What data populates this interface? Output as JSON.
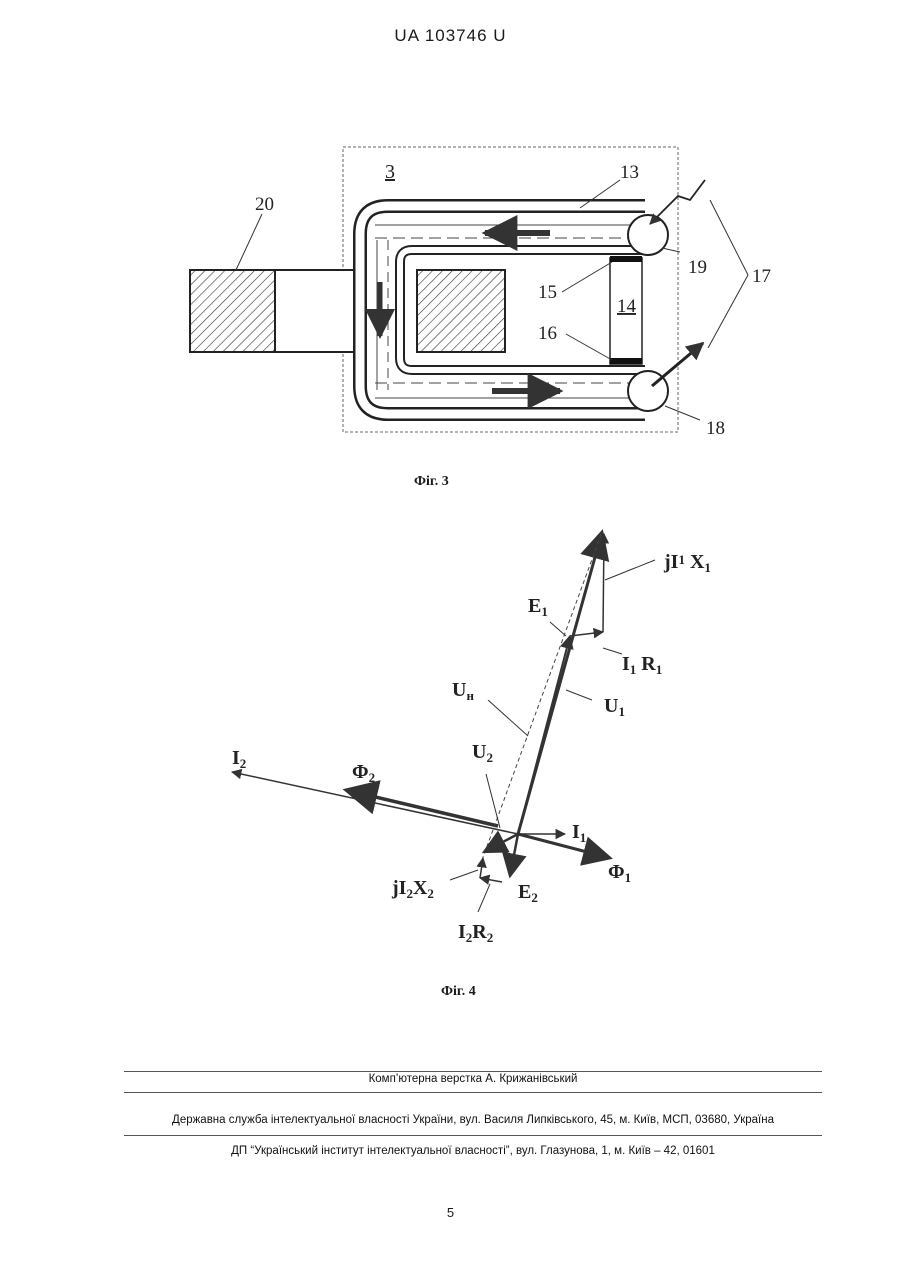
{
  "header": {
    "patent_number": "UA   103746   U"
  },
  "figure3": {
    "caption": "Фіг. 3",
    "labels": {
      "l3": "3",
      "l13": "13",
      "l14": "14",
      "l15": "15",
      "l16": "16",
      "l17": "17",
      "l18": "18",
      "l19": "19",
      "l20": "20"
    }
  },
  "figure4": {
    "caption": "Фіг. 4",
    "labels": {
      "I1": "I",
      "I1_sub": "1",
      "I2": "I",
      "I2_sub": "2",
      "Phi1": "Φ",
      "Phi1_sub": "1",
      "Phi2": "Φ",
      "Phi2_sub": "2",
      "U1": "U",
      "U1_sub": "1",
      "U2": "U",
      "U2_sub": "2",
      "Uh": "U",
      "Uh_sub": "н",
      "E1": "E",
      "E1_sub": "1",
      "E2": "E",
      "E2_sub": "2",
      "jI1X1": "jI",
      "jI1X1_a": "1",
      "jI1X1_b": " X",
      "jI1X1_c": "1",
      "I1R1": "I",
      "I1R1_a": "1",
      "I1R1_b": " R",
      "I1R1_c": "1",
      "jI2X2": "jI",
      "jI2X2_a": "2",
      "jI2X2_b": "X",
      "jI2X2_c": "2",
      "I2R2": "I",
      "I2R2_a": "2",
      "I2R2_b": "R",
      "I2R2_c": "2"
    }
  },
  "footer": {
    "layout_credit": "Комп’ютерна верстка А. Крижанівський",
    "agency": "Державна служба інтелектуальної власності України, вул. Василя Липківського, 45, м. Київ, МСП, 03680, Україна",
    "institute": "ДП “Український інститут інтелектуальної власності”, вул. Глазунова, 1, м. Київ – 42, 01601",
    "page_number": "5"
  }
}
